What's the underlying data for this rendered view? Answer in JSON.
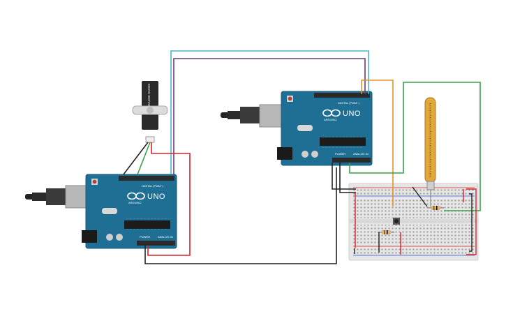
{
  "diagram": {
    "boards": [
      {
        "id": "arduino-left",
        "label_digital": "DIGITAL (PWM~)",
        "label_uno": "UNO",
        "label_brand": "ARDUINO",
        "label_power": "POWER",
        "label_analog": "ANALOG IN"
      },
      {
        "id": "arduino-right",
        "label_digital": "DIGITAL (PWM~)",
        "label_uno": "UNO",
        "label_brand": "ARDUINO",
        "label_power": "POWER",
        "label_analog": "ANALOG IN"
      }
    ],
    "servo": {
      "label": "MICRO SERVO"
    },
    "colors": {
      "board": "#1f6f94",
      "board_dark": "#155a7a",
      "breadboard": "#e6e6e6",
      "wire_cyan": "#4fb3c9",
      "wire_purple": "#6a3a7a",
      "wire_black": "#222222",
      "wire_red": "#d6242a",
      "wire_green": "#3aa14a",
      "wire_orange": "#e8922b",
      "flex_sensor": "#e0a73a"
    }
  }
}
